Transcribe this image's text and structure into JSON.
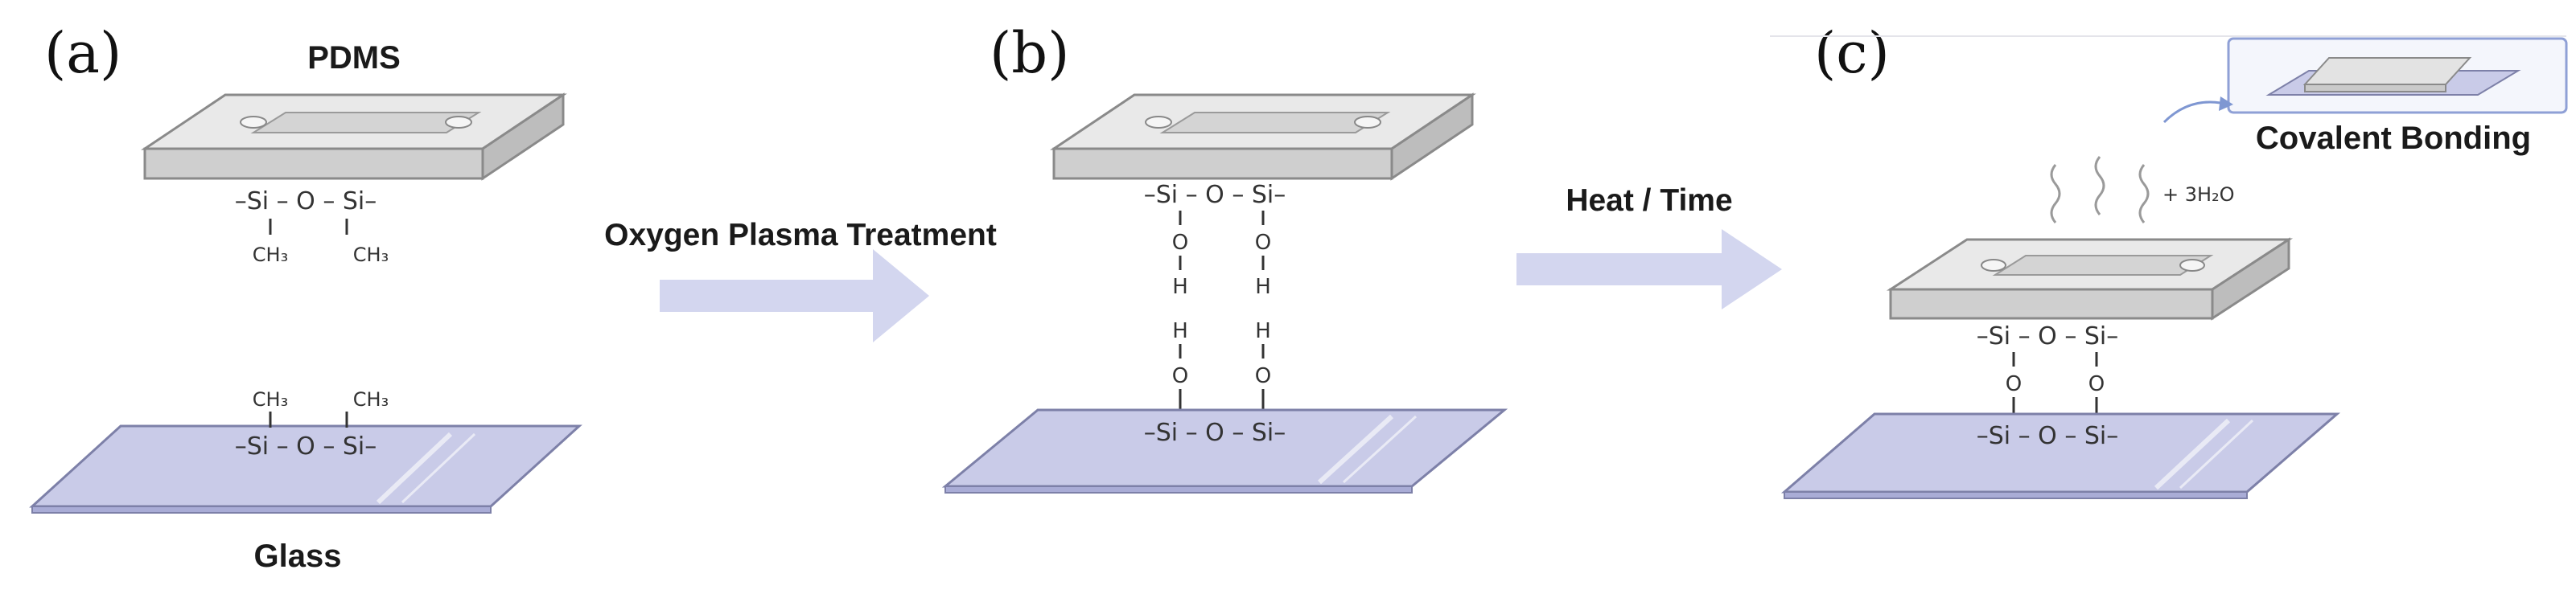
{
  "panels": {
    "a": {
      "letter": "(a)",
      "top_label": "PDMS",
      "bottom_label": "Glass",
      "pdms_formula": {
        "line1": "–Si – O – Si–",
        "groups": [
          "CH₃",
          "CH₃"
        ]
      },
      "glass_formula": {
        "groups": [
          "CH₃",
          "CH₃"
        ],
        "line1": "–Si – O – Si–"
      }
    },
    "b": {
      "letter": "(b)",
      "pdms_formula": {
        "line1": "–Si – O – Si–",
        "groups": [
          "O",
          "H"
        ]
      },
      "glass_formula": {
        "groups": [
          "H",
          "O"
        ],
        "line1": "–Si – O – Si–"
      }
    },
    "c": {
      "letter": "(c)",
      "byproduct": "+ 3H₂O",
      "inset_label": "Covalent Bonding",
      "pdms_formula": {
        "line1": "–Si – O – Si–",
        "link": "O"
      },
      "glass_formula": {
        "line1": "–Si – O – Si–"
      }
    }
  },
  "arrows": {
    "first": "Oxygen Plasma Treatment",
    "second": "Heat / Time"
  },
  "colors": {
    "pdms_top": "#e6e6e6",
    "pdms_side": "#c9c9c9",
    "pdms_edge": "#8a8a8a",
    "glass_fill": "#c9cbe8",
    "glass_edge": "#7d80a8",
    "arrow": "#d3d6ef",
    "inset_border": "#8fa0d6"
  }
}
